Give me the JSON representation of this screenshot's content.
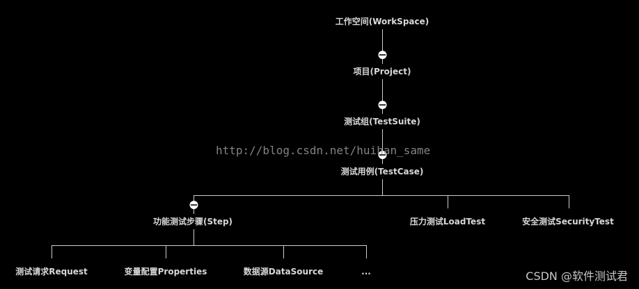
{
  "tree": {
    "root": "工作空间(WorkSpace)",
    "project": "项目(Project)",
    "suite": "测试组(TestSuite)",
    "testcase": "测试用例(TestCase)",
    "step": "功能测试步骤(Step)",
    "load": "压力测试LoadTest",
    "security": "安全测试SecurityTest",
    "request": "测试请求Request",
    "properties": "变量配置Properties",
    "datasource": "数据源DataSource",
    "more": "..."
  },
  "watermark": "http://blog.csdn.net/huihan_same",
  "credit": "CSDN @软件测试君"
}
